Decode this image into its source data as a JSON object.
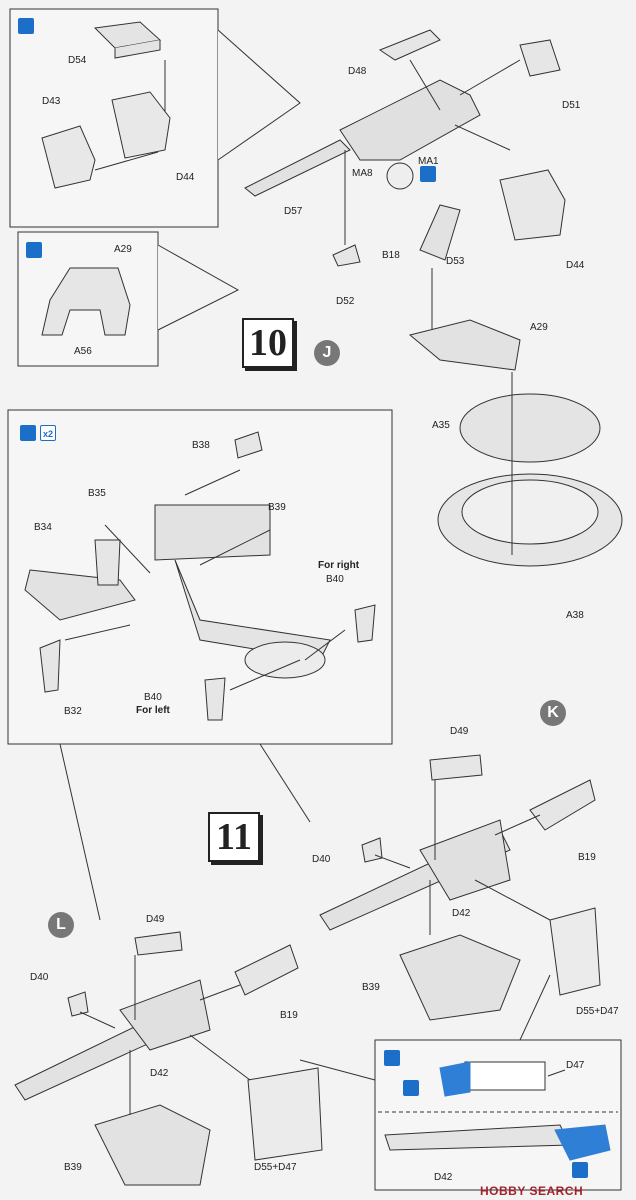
{
  "steps": {
    "step10": "10",
    "step11": "11"
  },
  "badges": {
    "j": "J",
    "k": "K",
    "l": "L"
  },
  "x2_label": "x2",
  "labels": {
    "d54": "D54",
    "d43": "D43",
    "d44_inset": "D44",
    "d48": "D48",
    "d51": "D51",
    "ma1": "MA1",
    "ma8": "MA8",
    "d57": "D57",
    "b18": "B18",
    "d53": "D53",
    "d44": "D44",
    "d52": "D52",
    "a29_inset": "A29",
    "a56": "A56",
    "a29": "A29",
    "a35": "A35",
    "a38": "A38",
    "b38": "B38",
    "b35": "B35",
    "b39_inset": "B39",
    "b34": "B34",
    "for_right": "For right",
    "b40_right": "B40",
    "b32": "B32",
    "b40_left": "B40",
    "for_left": "For left",
    "k_d49": "D49",
    "k_d40": "D40",
    "k_b19": "B19",
    "k_d42": "D42",
    "k_b39": "B39",
    "k_d55_d47": "D55+D47",
    "l_d49": "D49",
    "l_d40": "D40",
    "l_b19": "B19",
    "l_d42": "D42",
    "l_b39": "B39",
    "l_d55_d47": "D55+D47",
    "inset_d47": "D47",
    "inset_d42": "D42"
  },
  "icons": [
    "glue-icon",
    "paint-icon"
  ],
  "colors": {
    "accent_blue": "#1b6fc8",
    "badge_gray": "#777777",
    "paint_blue": "#2f7fd6"
  },
  "watermark": {
    "brand": "HOBBY SEARCH"
  }
}
